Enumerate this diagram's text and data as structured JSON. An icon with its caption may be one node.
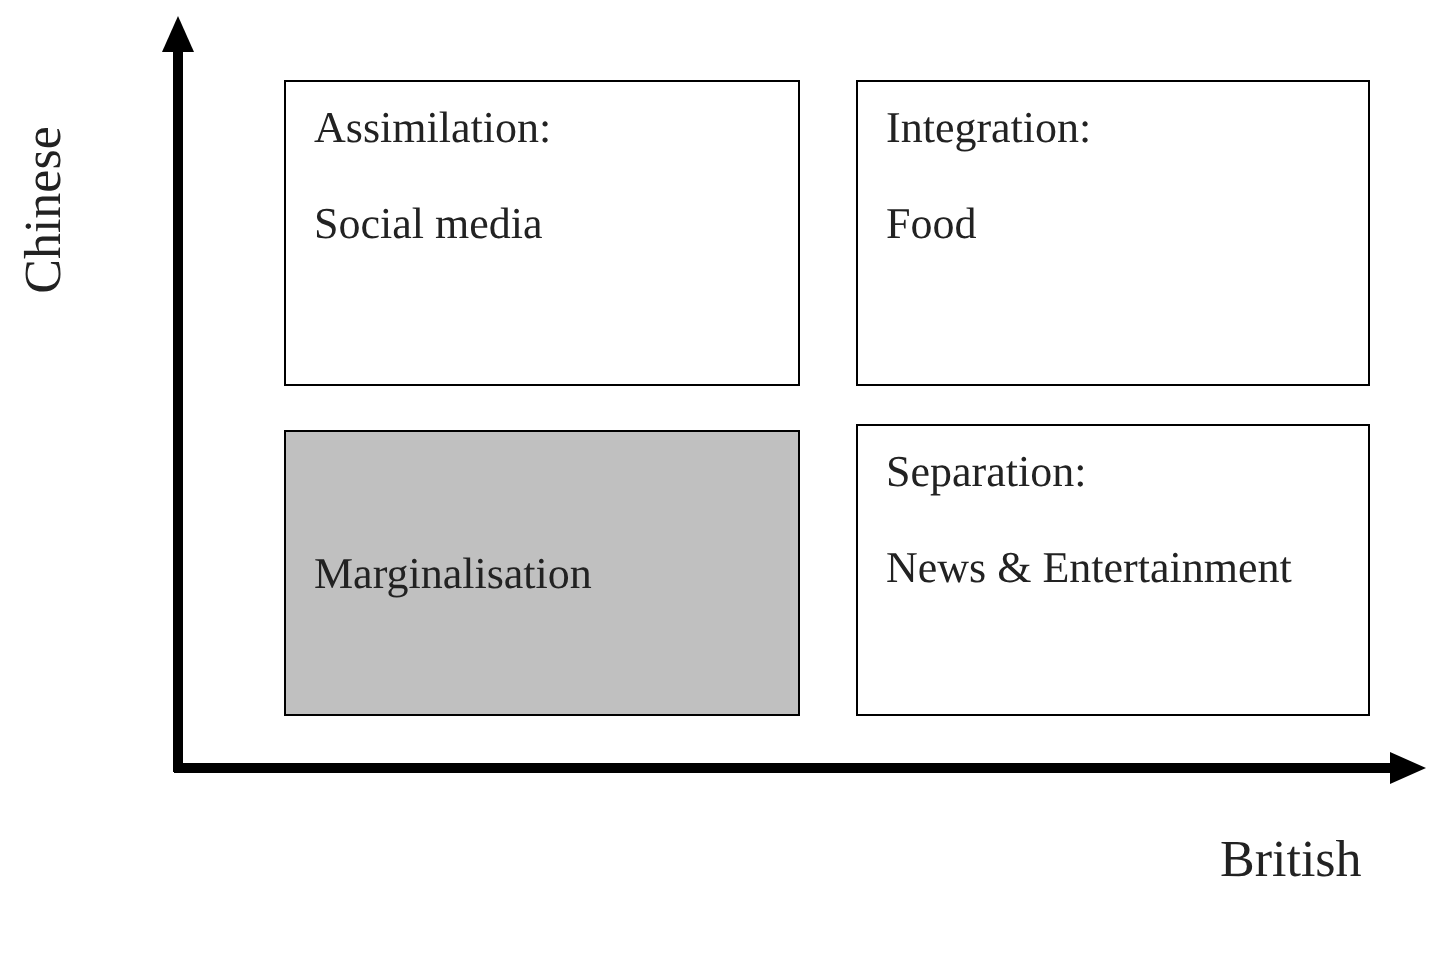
{
  "diagram": {
    "nodes": [
      {
        "text": [
          "Assimilation:",
          "Social media"
        ]
      },
      {
        "text": [
          "Integration:",
          "Food"
        ]
      },
      {
        "text": [
          "Marginalisation"
        ]
      },
      {
        "text": [
          "Separation:",
          "News & Entertainment"
        ]
      }
    ],
    "labels": [
      "Chinese",
      "British"
    ]
  }
}
